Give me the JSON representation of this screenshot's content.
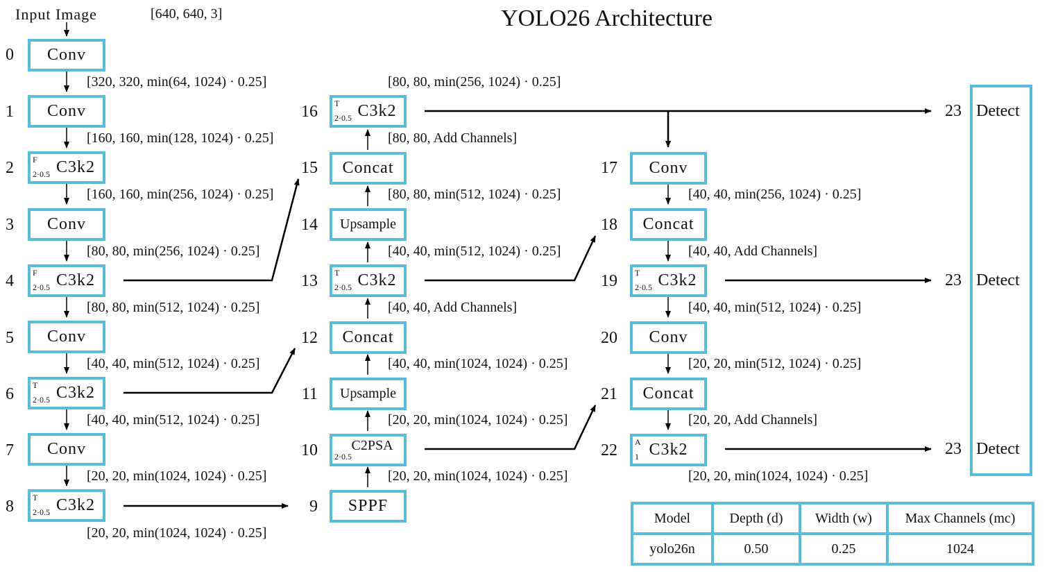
{
  "title": "YOLO26 Architecture",
  "input": {
    "label": "Input Image",
    "shape": "[640, 640, 3]"
  },
  "layers": [
    {
      "index": "0",
      "name": "Conv",
      "sup": "",
      "sub": ""
    },
    {
      "index": "1",
      "name": "Conv",
      "sup": "",
      "sub": ""
    },
    {
      "index": "2",
      "name": "C3k2",
      "sup": "F",
      "sub": "2·0.5"
    },
    {
      "index": "3",
      "name": "Conv",
      "sup": "",
      "sub": ""
    },
    {
      "index": "4",
      "name": "C3k2",
      "sup": "F",
      "sub": "2·0.5"
    },
    {
      "index": "5",
      "name": "Conv",
      "sup": "",
      "sub": ""
    },
    {
      "index": "6",
      "name": "C3k2",
      "sup": "T",
      "sub": "2·0.5"
    },
    {
      "index": "7",
      "name": "Conv",
      "sup": "",
      "sub": ""
    },
    {
      "index": "8",
      "name": "C3k2",
      "sup": "T",
      "sub": "2·0.5"
    },
    {
      "index": "9",
      "name": "SPPF",
      "sup": "",
      "sub": ""
    },
    {
      "index": "10",
      "name": "C2PSA",
      "sup": "",
      "sub": "2·0.5"
    },
    {
      "index": "11",
      "name": "Upsample",
      "sup": "",
      "sub": ""
    },
    {
      "index": "12",
      "name": "Concat",
      "sup": "",
      "sub": ""
    },
    {
      "index": "13",
      "name": "C3k2",
      "sup": "T",
      "sub": "2·0.5"
    },
    {
      "index": "14",
      "name": "Upsample",
      "sup": "",
      "sub": ""
    },
    {
      "index": "15",
      "name": "Concat",
      "sup": "",
      "sub": ""
    },
    {
      "index": "16",
      "name": "C3k2",
      "sup": "T",
      "sub": "2·0.5"
    },
    {
      "index": "17",
      "name": "Conv",
      "sup": "",
      "sub": ""
    },
    {
      "index": "18",
      "name": "Concat",
      "sup": "",
      "sub": ""
    },
    {
      "index": "19",
      "name": "C3k2",
      "sup": "T",
      "sub": "2·0.5"
    },
    {
      "index": "20",
      "name": "Conv",
      "sup": "",
      "sub": ""
    },
    {
      "index": "21",
      "name": "Concat",
      "sup": "",
      "sub": ""
    },
    {
      "index": "22",
      "name": "C3k2",
      "sup": "A",
      "sub": "1"
    }
  ],
  "edge_labels": [
    "[320, 320, min(64, 1024) · 0.25]",
    "[160, 160, min(128, 1024) · 0.25]",
    "[160, 160, min(256, 1024) · 0.25]",
    "[80, 80, min(256, 1024) · 0.25]",
    "[80, 80, min(512, 1024) · 0.25]",
    "[40, 40, min(512, 1024) · 0.25]",
    "[40, 40, min(512, 1024) · 0.25]",
    "[20, 20, min(1024, 1024) · 0.25]",
    "[20, 20, min(1024, 1024) · 0.25]",
    "[20, 20, min(1024, 1024) · 0.25]",
    "[20, 20, min(1024, 1024) · 0.25]",
    "[40, 40, min(1024, 1024) · 0.25]",
    "[40, 40, Add Channels]",
    "[40, 40, min(512, 1024) · 0.25]",
    "[80, 80, min(512, 1024) · 0.25]",
    "[80, 80, Add Channels]",
    "[80, 80, min(256, 1024) · 0.25]",
    "[40, 40, min(256, 1024) · 0.25]",
    "[40, 40, Add Channels]",
    "[40, 40, min(512, 1024) · 0.25]",
    "[20, 20, min(512, 1024) · 0.25]",
    "[20, 20, Add Channels]",
    "[20, 20, min(1024, 1024) · 0.25]"
  ],
  "detect": {
    "index": "23",
    "label": "Detect"
  },
  "params_table": {
    "headers": [
      "Model",
      "Depth (d)",
      "Width (w)",
      "Max Channels (mc)"
    ],
    "row": [
      "yolo26n",
      "0.50",
      "0.25",
      "1024"
    ]
  },
  "colors": {
    "box_border": "#5bbcd9",
    "line": "#000000"
  }
}
